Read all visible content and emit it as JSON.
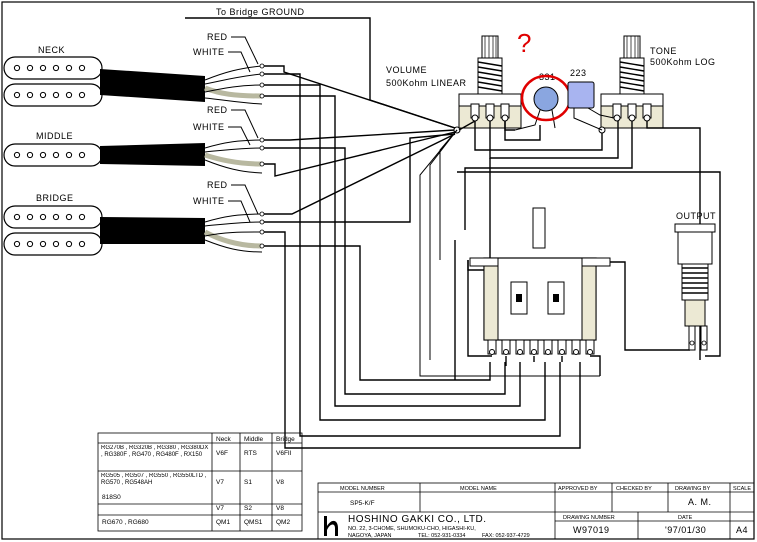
{
  "labels": {
    "to_bridge_ground": "To Bridge GROUND",
    "neck": "NECK",
    "middle": "MIDDLE",
    "bridge": "BRIDGE",
    "red": "RED",
    "white": "WHITE",
    "volume": "VOLUME",
    "volume_spec": "500Kohm LINEAR",
    "tone": "TONE",
    "tone_spec": "500Kohm LOG",
    "cap_331": "331",
    "cap_223": "223",
    "question": "?",
    "output": "OUTPUT"
  },
  "model_table": {
    "headers": [
      "",
      "Neck",
      "Middle",
      "Bridge"
    ],
    "rows": [
      {
        "models": "RG270B , RG320B , RG380 , RG380DX , RG380F , RG470 , RG480F , RX150",
        "neck": "V6F",
        "middle": "RTS",
        "bridge": "V6FII"
      },
      {
        "models": "RG505 , RG507 , RG550 , RG550LTD , RG570 , RG548AH",
        "neck": "V7",
        "middle": "S1",
        "bridge": "V8"
      },
      {
        "models": "818S0",
        "neck": "V7",
        "middle": "S2",
        "bridge": "V8"
      },
      {
        "models": "RG670 , RG680",
        "neck": "QM1",
        "middle": "QMS1",
        "bridge": "QM2"
      }
    ]
  },
  "title_block": {
    "model_number_label": "MODEL NUMBER",
    "model_number": "SP5-K/F",
    "model_name_label": "MODEL NAME",
    "approved_by_label": "APPROVED BY",
    "checked_by_label": "CHECKED BY",
    "drawing_by_label": "DRAWING BY",
    "scale_label": "SCALE",
    "drawing_by": "A. M.",
    "company": "HOSHINO GAKKI CO., LTD.",
    "address_1": "NO. 22, 3-CHOME, SHUMOKU-CHO, HIGASHI-KU,",
    "address_2": "NAGOYA, JAPAN",
    "tel": "TEL: 052-931-0334",
    "fax": "FAX: 052-937-4729",
    "drawing_number_label": "DRAWING NUMBER",
    "drawing_number": "W97019",
    "date_label": "DATE",
    "date": "'97/01/30",
    "size": "A4"
  },
  "colors": {
    "wire": "#000000",
    "pickup_cable": "#000000",
    "lead": "#b8b8a0",
    "annotation": "#e00000",
    "cap_331": "#8aa6e0",
    "cap_223": "#a8b4f0"
  }
}
